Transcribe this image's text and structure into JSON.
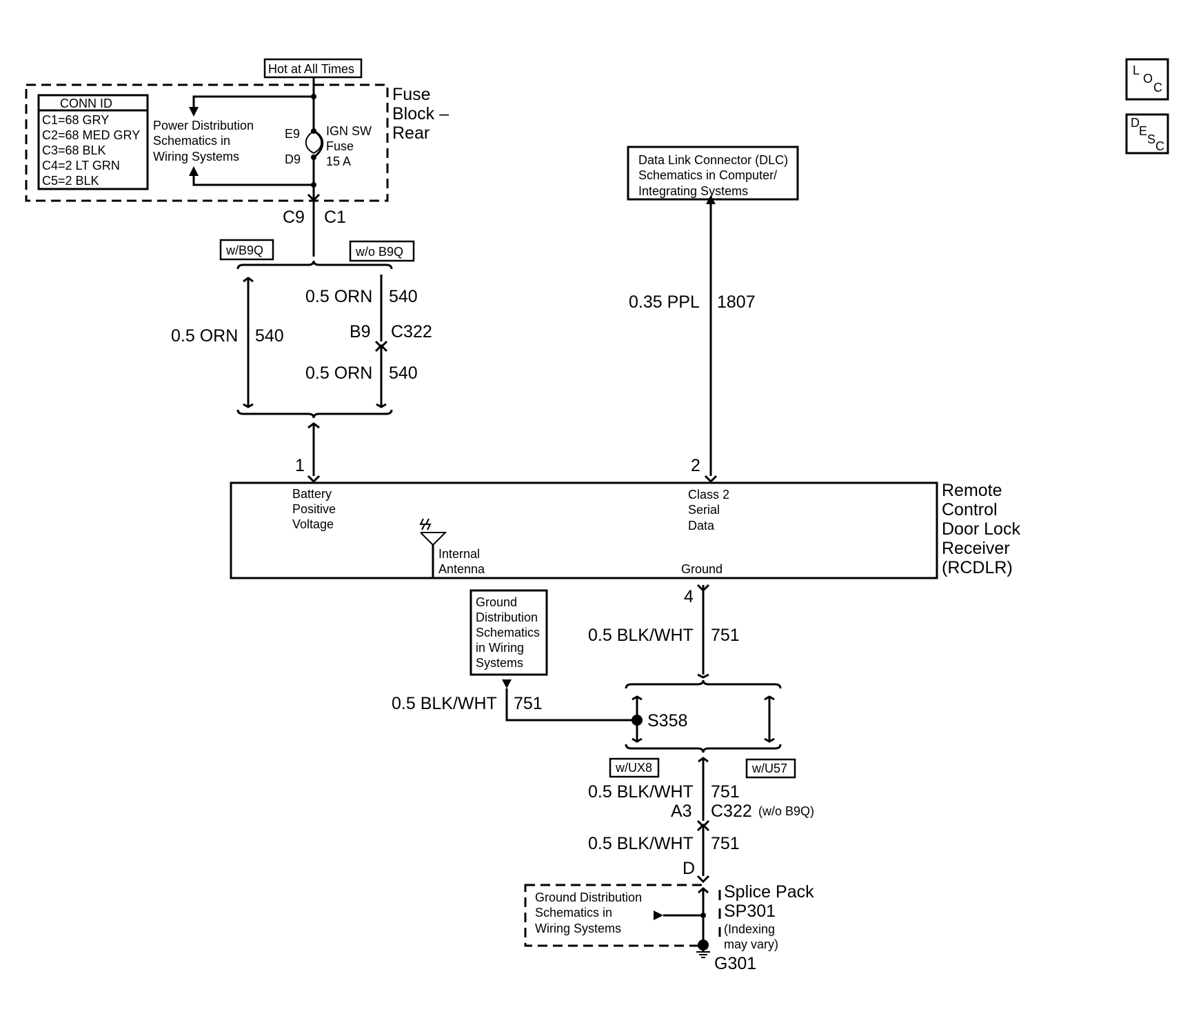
{
  "header": {
    "hot_label": "Hot at All Times"
  },
  "nav": {
    "loc": [
      "L",
      "O",
      "C"
    ],
    "desc": [
      "D",
      "E",
      "S",
      "C"
    ]
  },
  "fuse_block": {
    "title_lines": [
      "Fuse",
      "Block –",
      "Rear"
    ],
    "conn_id": {
      "title": "CONN ID",
      "rows": [
        "C1=68 GRY",
        "C2=68 MED GRY",
        "C3=68 BLK",
        "C4=2 LT GRN",
        "C5=2 BLK"
      ]
    },
    "power_dist_lines": [
      "Power Distribution",
      "Schematics in",
      "Wiring Systems"
    ],
    "pin_top": "E9",
    "pin_bottom": "D9",
    "fuse_lines": [
      "IGN SW",
      "Fuse",
      "15 A"
    ],
    "out_pin": "C9",
    "out_conn": "C1"
  },
  "option_tags": {
    "wb9q": "w/B9Q",
    "wob9q": "w/o B9Q",
    "wux8": "w/UX8",
    "wu57": "w/U57"
  },
  "wires": {
    "left_gauge": "0.5 ORN",
    "left_circuit": "540",
    "right_top_gauge": "0.5 ORN",
    "right_top_circuit": "540",
    "inline_pin": "B9",
    "inline_conn": "C322",
    "right_bot_gauge": "0.5 ORN",
    "right_bot_circuit": "540",
    "dlc_gauge": "0.35 PPL",
    "dlc_circuit": "1807",
    "gnd_gauge": "0.5 BLK/WHT",
    "gnd_circuit": "751",
    "s358_gauge": "0.5 BLK/WHT",
    "s358_circuit": "751",
    "a3_top_gauge": "0.5 BLK/WHT",
    "a3_top_circuit": "751",
    "a3_pin": "A3",
    "a3_conn": "C322",
    "a3_note": "(w/o B9Q)",
    "a3_bot_gauge": "0.5 BLK/WHT",
    "a3_bot_circuit": "751",
    "d_pin": "D"
  },
  "dlc_box": [
    "Data Link Connector (DLC)",
    "Schematics in Computer/",
    "Integrating Systems"
  ],
  "rcdlr": {
    "title_lines": [
      "Remote",
      "Control",
      "Door Lock",
      "Receiver",
      "(RCDLR)"
    ],
    "pin1": "1",
    "pin2": "2",
    "pin4": "4",
    "battery_lines": [
      "Battery",
      "Positive",
      "Voltage"
    ],
    "class2_lines": [
      "Class 2",
      "Serial",
      "Data"
    ],
    "antenna_lines": [
      "Internal",
      "Antenna"
    ],
    "ground_label": "Ground"
  },
  "ground_dist_box": [
    "Ground",
    "Distribution",
    "Schematics",
    "in Wiring",
    "Systems"
  ],
  "splice": {
    "s358": "S358"
  },
  "splice_pack": {
    "ground_dist_lines": [
      "Ground Distribution",
      "Schematics in",
      "Wiring Systems"
    ],
    "title_lines": [
      "Splice Pack",
      "SP301"
    ],
    "note_lines": [
      "(Indexing",
      "may vary)"
    ],
    "ground_id": "G301"
  }
}
